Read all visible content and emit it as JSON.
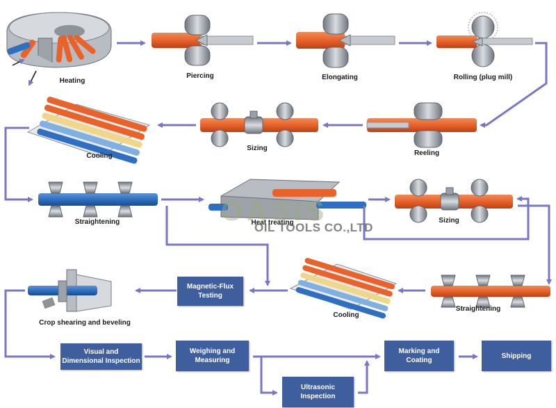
{
  "colors": {
    "arrow": "#7a76c4",
    "box_fill": "#3e5e9e",
    "pipe_hot": "#e8622a",
    "pipe_cool": "#2f6fc2",
    "pipe_warm": "#efd78a",
    "roller": "#9aa0a8"
  },
  "steps": {
    "heating": "Heating",
    "piercing": "Piercing",
    "elongating": "Elongating",
    "rolling": "Rolling (plug mill)",
    "reeling": "Reeling",
    "sizing_1": "Sizing",
    "cooling_1": "Cooling",
    "straightening_1": "Straightening",
    "heat_treating": "Heat treating",
    "sizing_2": "Sizing",
    "straightening_2": "Straightening",
    "cooling_2": "Cooling",
    "magnetic_flux": "Magnetic-Flux Testing",
    "crop_shearing": "Crop shearing and beveling",
    "visual_dimensional": "Visual and Dimensional Inspection",
    "weighing": "Weighing and Measuring",
    "ultrasonic": "Ultrasonic Inspection",
    "marking": "Marking and Coating",
    "shipping": "Shipping"
  },
  "boxes": {
    "magnetic_flux": [
      "Magnetic-Flux",
      "Testing"
    ],
    "visual_dimensional": [
      "Visual and",
      "Dimensional Inspection"
    ],
    "weighing": [
      "Weighing and",
      "Measuring"
    ],
    "ultrasonic": [
      "Ultrasonic",
      "Inspection"
    ],
    "marking": [
      "Marking and",
      "Coating"
    ],
    "shipping": [
      "Shipping"
    ]
  },
  "watermark": {
    "logo": "OASIS",
    "company": "OIL TOOLS CO.,LTD"
  }
}
